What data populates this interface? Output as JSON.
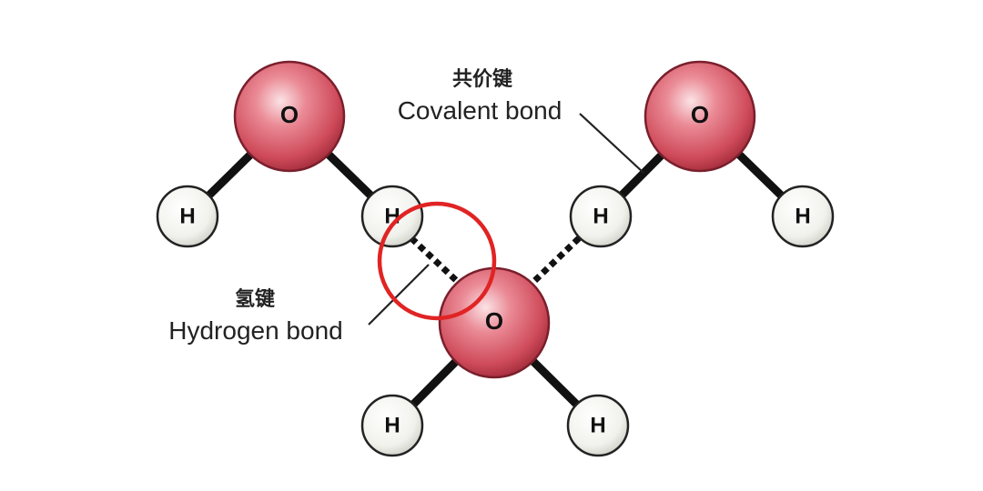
{
  "atoms": {
    "oxygen_label": "O",
    "hydrogen_label": "H"
  },
  "annotations": {
    "covalent_bond_zh": "共价键",
    "covalent_bond_en": "Covalent bond",
    "hydrogen_bond_zh": "氢键",
    "hydrogen_bond_en": "Hydrogen bond"
  },
  "colors": {
    "oxygen_fill": "#e0707c",
    "oxygen_edge": "#7a1f2c",
    "hydrogen_fill": "#f4f4f0",
    "bond": "#111111",
    "highlight_circle": "#e02424",
    "text": "#222222"
  }
}
